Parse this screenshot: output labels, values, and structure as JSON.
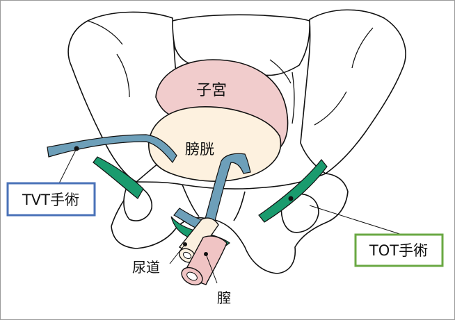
{
  "labels": {
    "uterus": "子宮",
    "bladder": "膀胱",
    "urethra": "尿道",
    "vagina": "膣",
    "tvt": "TVT手術",
    "tot": "TOT手術"
  },
  "colors": {
    "uterus_fill": "#f1cccc",
    "bladder_fill": "#fdf1df",
    "tvt_tape": "#6d9fb9",
    "tot_tape": "#1a9b6e",
    "tvt_box_border": "#4a72b8",
    "tot_box_border": "#6aa843",
    "urethra_fill": "#fbf0df",
    "vagina_fill": "#f0c4c4",
    "bone_outline": "#111111"
  }
}
